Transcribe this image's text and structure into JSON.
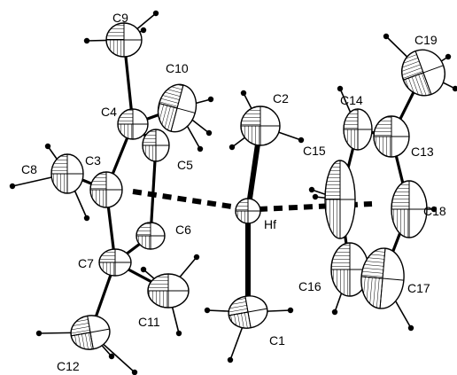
{
  "diagram": {
    "atoms": [
      {
        "id": "Hf",
        "label": "Hf"
      },
      {
        "id": "C1",
        "label": "C1"
      },
      {
        "id": "C2",
        "label": "C2"
      },
      {
        "id": "C3",
        "label": "C3"
      },
      {
        "id": "C4",
        "label": "C4"
      },
      {
        "id": "C5",
        "label": "C5"
      },
      {
        "id": "C6",
        "label": "C6"
      },
      {
        "id": "C7",
        "label": "C7"
      },
      {
        "id": "C8",
        "label": "C8"
      },
      {
        "id": "C9",
        "label": "C9"
      },
      {
        "id": "C10",
        "label": "C10"
      },
      {
        "id": "C11",
        "label": "C11"
      },
      {
        "id": "C12",
        "label": "C12"
      },
      {
        "id": "C13",
        "label": "C13"
      },
      {
        "id": "C14",
        "label": "C14"
      },
      {
        "id": "C15",
        "label": "C15"
      },
      {
        "id": "C16",
        "label": "C16"
      },
      {
        "id": "C17",
        "label": "C17"
      },
      {
        "id": "C18",
        "label": "C18"
      },
      {
        "id": "C19",
        "label": "C19"
      }
    ]
  }
}
